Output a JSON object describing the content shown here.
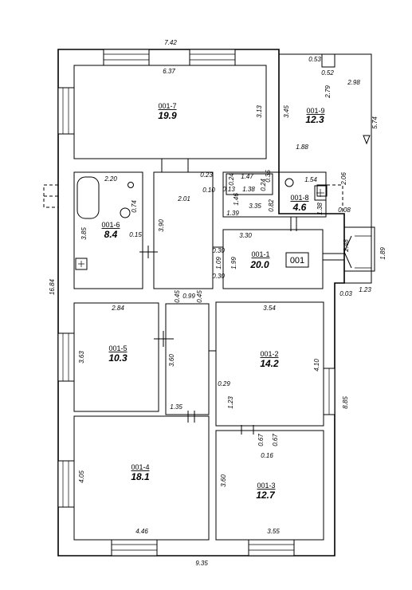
{
  "rooms": [
    {
      "id": "001-7",
      "area": "19.9"
    },
    {
      "id": "001-9",
      "area": "12.3"
    },
    {
      "id": "001-6",
      "area": "8.4"
    },
    {
      "id": "001-8",
      "area": "4.6"
    },
    {
      "id": "001-1",
      "area": "20.0"
    },
    {
      "id": "001-5",
      "area": "10.3"
    },
    {
      "id": "001-2",
      "area": "14.2"
    },
    {
      "id": "001-4",
      "area": "18.1"
    },
    {
      "id": "001-3",
      "area": "12.7"
    }
  ],
  "unit_label": "001",
  "dims": {
    "top_total": "7.42",
    "r7_w": "6.37",
    "r7_h": "3.13",
    "r9_a": "0.53",
    "r9_b": "0.52",
    "r9_c": "2.79",
    "r9_d": "2.98",
    "r9_e": "3.45",
    "r9_f": "5.74",
    "r9_g": "1.88",
    "r6_a": "2.20",
    "r6_b": "3.85",
    "r6_c": "0.74",
    "r6_d": "0.15",
    "hall_a": "0.23",
    "hall_b": "0.10",
    "hall_c": "2.01",
    "hall_d": "3.90",
    "r8_a": "1.47",
    "r8_b": "0.24",
    "r8_c": "0.13",
    "r8_d": "1.46",
    "r8_e": "1.38",
    "r8_f": "0.24",
    "r8_g": "0.35",
    "r8_h": "1.54",
    "r8_i": "3.35",
    "r8_j": "0.82",
    "r8_k": "1.39",
    "r8_l": "1.38",
    "r8_m": "2.06",
    "r8_n": "0.08",
    "r1_a": "3.30",
    "r1_b": "0.30",
    "r1_c": "1.09",
    "r1_d": "1.99",
    "r1_e": "0.30",
    "porch_a": "2.48",
    "porch_b": "1.89",
    "porch_c": "0.03",
    "porch_d": "1.23",
    "left_total": "16.84",
    "c_a": "0.45",
    "c_b": "0.99",
    "c_c": "0.45",
    "r5_w": "2.84",
    "r5_h": "3.63",
    "c_h": "3.60",
    "c_w": "1.35",
    "r2_w": "3.54",
    "r2_h": "4.10",
    "r2_a": "0.29",
    "r2_b": "1.23",
    "right_low": "8.85",
    "r3_a": "0.67",
    "r3_b": "0.67",
    "r3_c": "0.16",
    "r4_h": "4.05",
    "r4_w": "4.46",
    "r3_h": "3.60",
    "r3_w": "3.55",
    "bottom_total": "9.35"
  }
}
